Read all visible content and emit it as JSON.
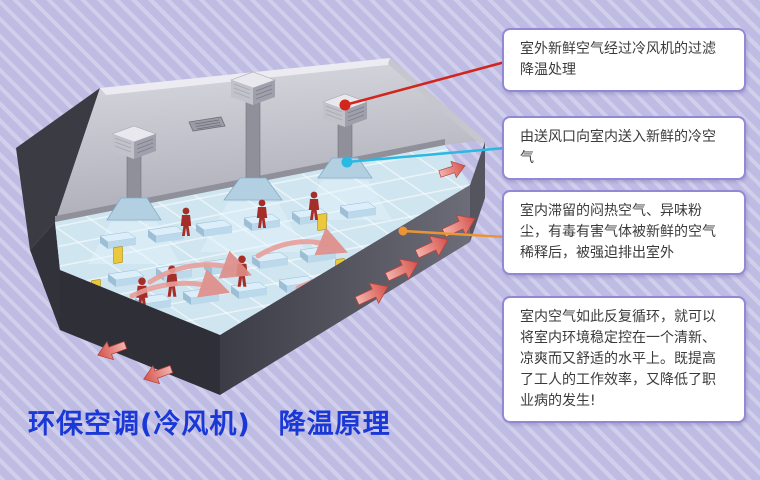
{
  "page": {
    "title": "环保空调(冷风机)　降温原理",
    "title_color": "#1a38d6",
    "background_color": "#bfbce4"
  },
  "callouts": [
    {
      "text": "室外新鲜空气经过冷风机的过滤降温处理",
      "line_color": "#d2251c"
    },
    {
      "text": "由送风口向室内送入新鲜的冷空气",
      "line_color": "#29b9e2"
    },
    {
      "text": "室内滞留的闷热空气、异味粉尘，有毒有害气体被新鲜的空气稀释后，被强迫排出室外",
      "line_color": "#ec9435"
    },
    {
      "text": "室内空气如此反复循环，就可以将室内环境稳定控在一个清新、凉爽而又舒适的水平上。既提高了工人的工作效率，又降低了职业病的发生!"
    }
  ],
  "style": {
    "callout_border_color": "#9388d6",
    "callout_background": "#ffffff",
    "callout_text_color": "#3b3b3b",
    "airflow_arrow_color": "#e06055",
    "worker_color": "#a62e28",
    "floor_color": "#cfe5f0"
  }
}
